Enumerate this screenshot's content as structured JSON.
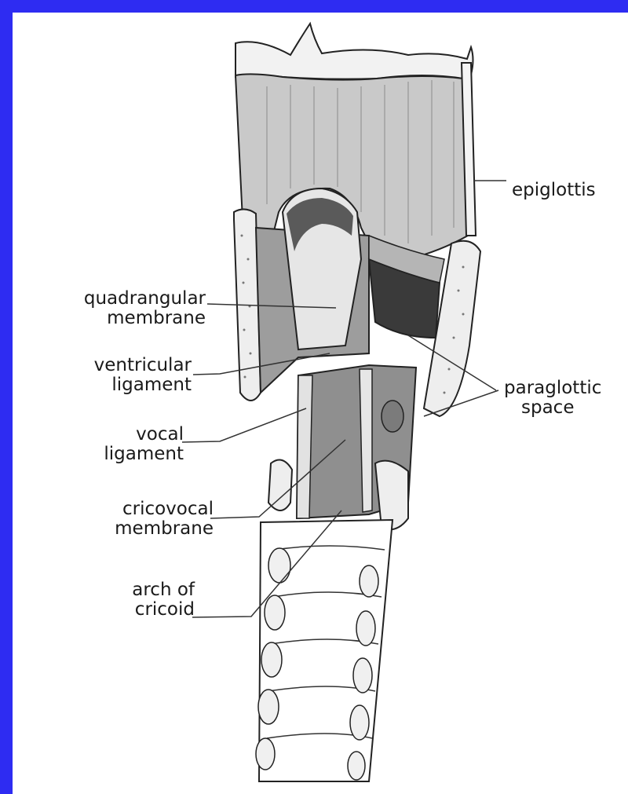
{
  "figure": {
    "labels": {
      "epiglottis": "epiglottis",
      "quadrangular_membrane": [
        "quadrangular",
        "membrane"
      ],
      "ventricular_ligament": [
        "ventricular",
        "ligament"
      ],
      "vocal_ligament": [
        "vocal",
        "ligament"
      ],
      "cricovocal_membrane": [
        "cricovocal",
        "membrane"
      ],
      "arch_of_cricoid": [
        "arch of",
        "cricoid"
      ],
      "paraglottic_space": [
        "paraglottic",
        "space"
      ]
    }
  },
  "colors": {
    "frame": "#2e2cf2",
    "background": "#ffffff",
    "ink": "#1a1a1a",
    "shade_light": "#d9d9d9",
    "shade_mid": "#a8a8a8",
    "shade_dark": "#4a4a4a",
    "cartilage": "#eeeeee"
  }
}
